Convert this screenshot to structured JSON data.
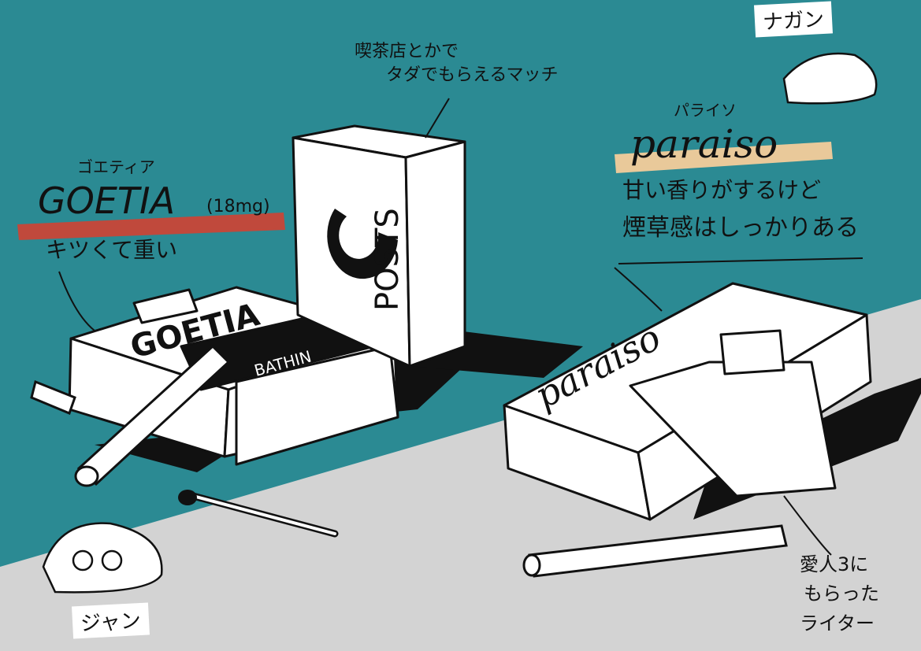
{
  "goetia": {
    "kana": "ゴエティア",
    "name": "GOETIA",
    "strength": "(18mg)",
    "desc": "キツくて重い",
    "pack_brand": "GOETIA",
    "pack_band": "BATHIN"
  },
  "match": {
    "caption_line1": "喫茶店とかで",
    "caption_line2": "タダでもらえるマッチ",
    "box_text": "POSTS"
  },
  "paraiso": {
    "kana": "パライソ",
    "name": "paraiso",
    "desc_line1": "甘い香りがするけど",
    "desc_line2": "煙草感はしっかりある",
    "pack_text": "paraiso"
  },
  "lighter": {
    "caption_line1": "愛人3に",
    "caption_line2": "もらった",
    "caption_line3": "ライター"
  },
  "characters": {
    "top_right": "ナガン",
    "bottom_left": "ジャン"
  },
  "colors": {
    "teal": "#2b8a93",
    "floor": "#d3d3d3",
    "red_highlight": "#c0493c",
    "tan_highlight": "#e9c99a"
  }
}
